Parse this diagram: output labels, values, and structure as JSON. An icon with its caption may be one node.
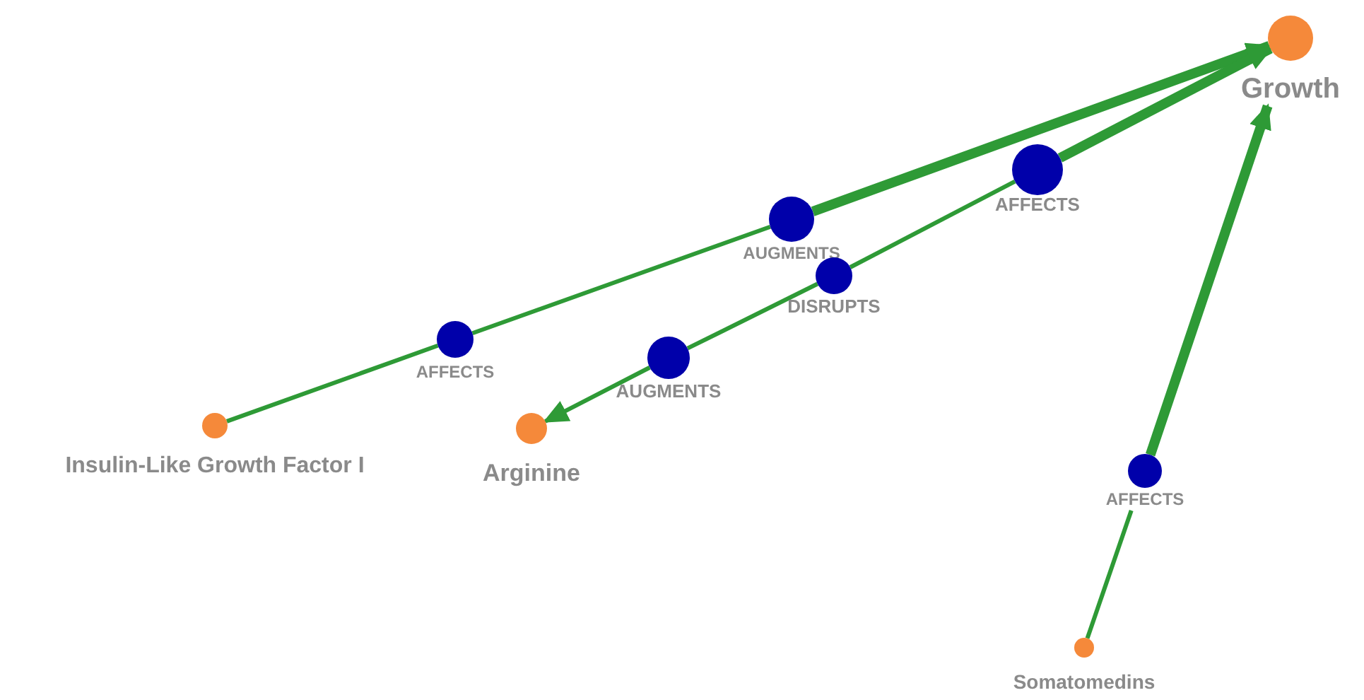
{
  "diagram": {
    "nodes": [
      {
        "text": [
          "Growth"
        ]
      },
      {
        "text": [
          "Insulin-Like Growth Factor I"
        ]
      },
      {
        "text": [
          "Arginine"
        ]
      },
      {
        "text": [
          "Somatomedins"
        ]
      },
      {
        "text": [
          "AFFECTS"
        ]
      },
      {
        "text": [
          "AUGMENTS"
        ]
      },
      {
        "text": [
          "AFFECTS"
        ]
      },
      {
        "text": [
          "DISRUPTS"
        ]
      },
      {
        "text": [
          "AUGMENTS"
        ]
      },
      {
        "text": [
          "AFFECTS"
        ]
      }
    ],
    "edges": [
      {
        "from": 1,
        "to": 4,
        "arrow": "none"
      },
      {
        "from": 4,
        "to": 5,
        "arrow": "none"
      },
      {
        "from": 5,
        "to": 0,
        "arrow": "to",
        "style": "thick"
      },
      {
        "from": 6,
        "to": 0,
        "arrow": "to",
        "style": "thick"
      },
      {
        "from": 7,
        "to": 6,
        "arrow": "none"
      },
      {
        "from": 8,
        "to": 7,
        "arrow": "none"
      },
      {
        "from": 8,
        "to": 2,
        "arrow": "to"
      },
      {
        "from": 3,
        "to": 9,
        "arrow": "none"
      },
      {
        "from": 9,
        "to": 0,
        "arrow": "to",
        "style": "thick"
      }
    ]
  }
}
